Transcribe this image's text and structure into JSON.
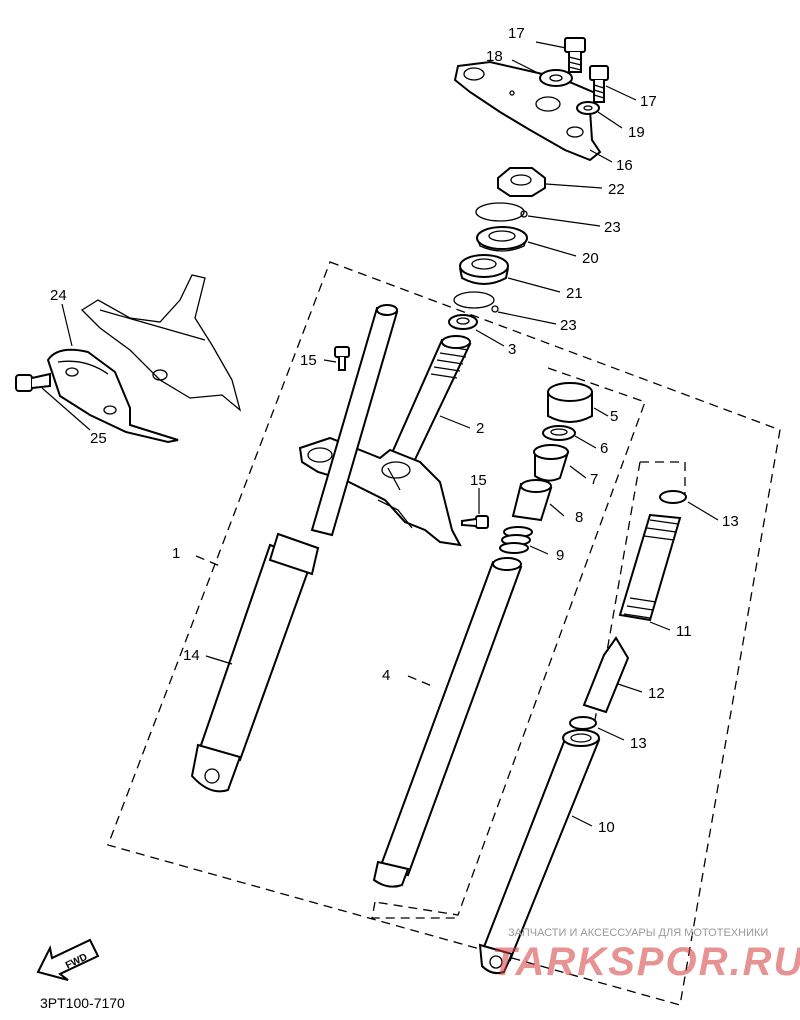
{
  "diagram": {
    "code": "3PT100-7170",
    "fwd_label": "FWD",
    "watermark_top": "ЗАПЧАСТИ И АКСЕССУАРЫ ДЛЯ МОТОТЕХНИКИ",
    "watermark_brand": "TARKSPOR.RU",
    "callouts": [
      "1",
      "2",
      "3",
      "4",
      "5",
      "6",
      "7",
      "8",
      "9",
      "10",
      "11",
      "12",
      "13",
      "13",
      "14",
      "15",
      "15",
      "16",
      "17",
      "17",
      "18",
      "19",
      "20",
      "21",
      "22",
      "23",
      "23",
      "24",
      "25"
    ]
  }
}
